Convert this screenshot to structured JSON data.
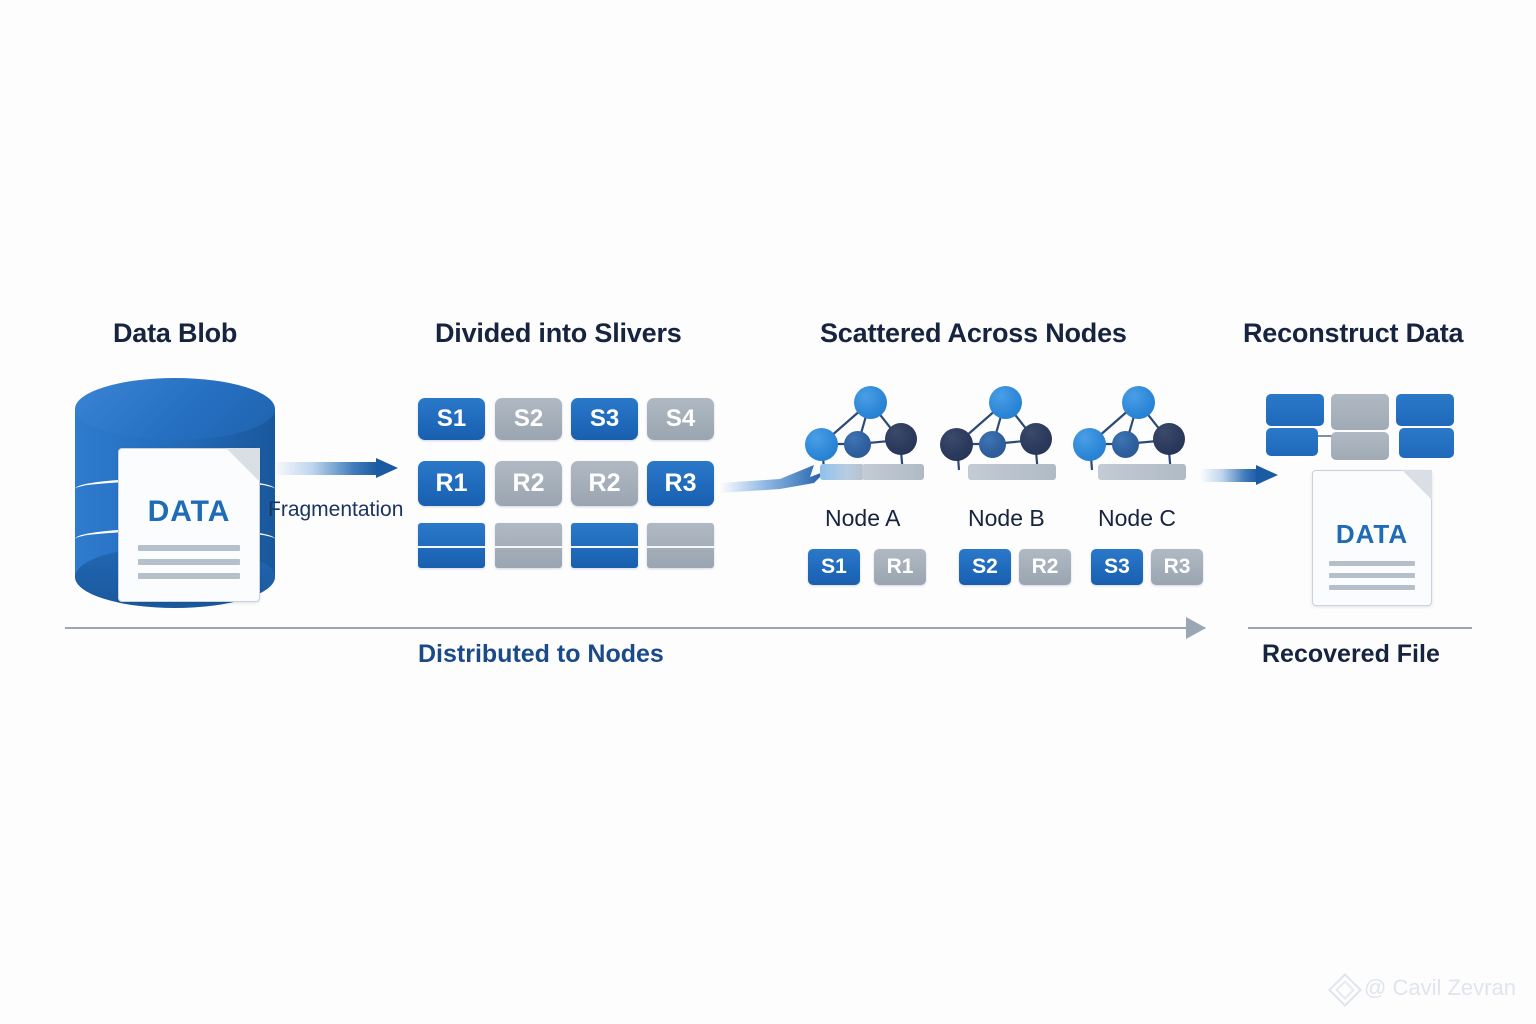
{
  "diagram": {
    "title_sections": {
      "data_blob": "Data Blob",
      "divided": "Divided into Slivers",
      "scattered": "Scattered Across Nodes",
      "reconstruct": "Reconstruct Data"
    },
    "labels": {
      "fragmentation": "Fragmentation",
      "distributed": "Distributed to Nodes",
      "recovered": "Recovered File"
    },
    "blob": {
      "doc_word": "DATA"
    },
    "slivers": {
      "row1": [
        {
          "label": "S1",
          "color": "blue"
        },
        {
          "label": "S2",
          "color": "gray"
        },
        {
          "label": "S3",
          "color": "blue"
        },
        {
          "label": "S4",
          "color": "gray"
        }
      ],
      "row2": [
        {
          "label": "R1",
          "color": "blue"
        },
        {
          "label": "R2",
          "color": "gray"
        },
        {
          "label": "R2",
          "color": "gray"
        },
        {
          "label": "R3",
          "color": "blue"
        }
      ],
      "row3": [
        {
          "label": "",
          "color": "blue"
        },
        {
          "label": "",
          "color": "gray"
        },
        {
          "label": "",
          "color": "blue"
        },
        {
          "label": "",
          "color": "gray"
        }
      ]
    },
    "nodes": [
      {
        "name": "Node A",
        "chips": [
          {
            "label": "S1",
            "color": "blue"
          },
          {
            "label": "R1",
            "color": "gray"
          }
        ]
      },
      {
        "name": "Node B",
        "chips": [
          {
            "label": "S2",
            "color": "blue"
          },
          {
            "label": "R2",
            "color": "gray"
          }
        ]
      },
      {
        "name": "Node C",
        "chips": [
          {
            "label": "S3",
            "color": "blue"
          },
          {
            "label": "R3",
            "color": "gray"
          }
        ]
      }
    ],
    "reconstruct": {
      "stack_row1": [
        "blue",
        "gray",
        "blue"
      ],
      "stack_row2": [
        "blue",
        "gray",
        "blue"
      ],
      "doc_word": "DATA"
    },
    "colors": {
      "blue_tile": "#2170c4",
      "gray_tile": "#a8b2bd",
      "heading_navy": "#16243f",
      "accent_blue": "#1b4a8a",
      "node_light": "#2b86d6",
      "node_mid": "#2e5f9c",
      "node_dark": "#2b3a5c",
      "timeline_gray": "#9aa6b4",
      "background": "#fdfdfe"
    },
    "watermark": {
      "handle": "@ Cavil Zevran"
    }
  }
}
